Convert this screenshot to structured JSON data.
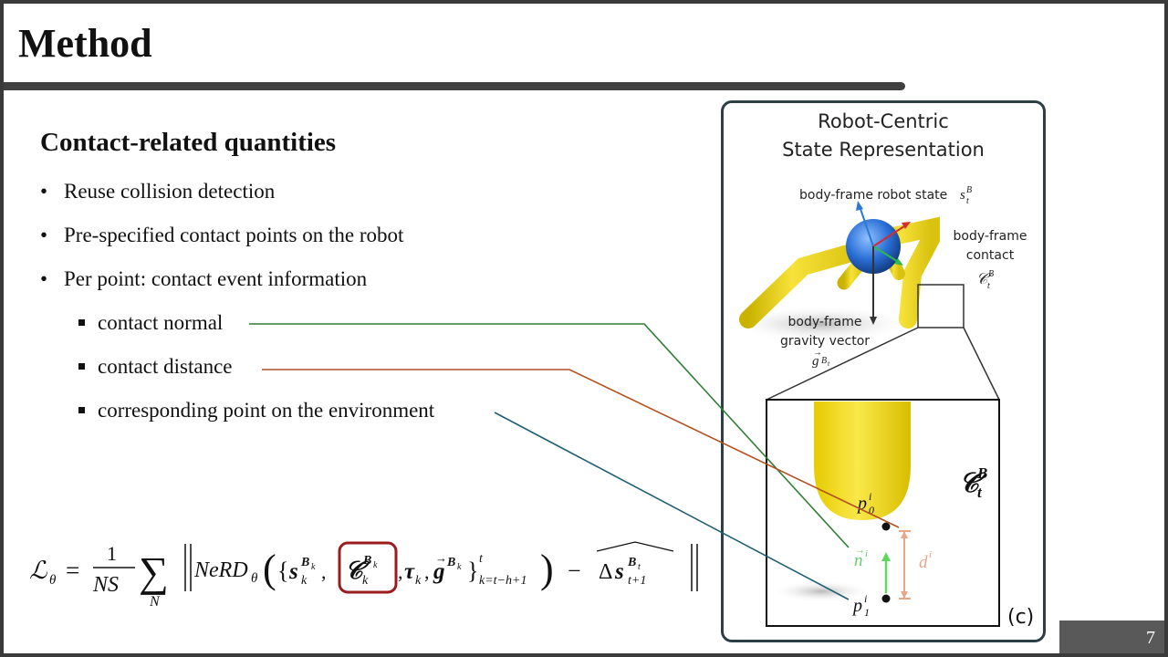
{
  "slide": {
    "title": "Method",
    "section_heading": "Contact-related quantities",
    "page_number": "7"
  },
  "bullets": [
    "Reuse collision detection",
    "Pre-specified contact points on the robot",
    "Per point: contact event information"
  ],
  "sub_bullets": [
    "contact normal",
    "contact distance",
    "corresponding point on the environment"
  ],
  "figure": {
    "title_line1": "Robot-Centric",
    "title_line2": "State Representation",
    "label_state": "body-frame robot state",
    "label_contact_line1": "body-frame",
    "label_contact_line2": "contact",
    "label_gravity_line1": "body-frame",
    "label_gravity_line2": "gravity vector",
    "panel_tag": "(c)"
  },
  "colors": {
    "normal_line": "#2e7d32",
    "distance_line": "#b3501f",
    "point_line": "#1f5f73",
    "highlight_box": "#9b1c1c",
    "robot_yellow": "#f2d81c",
    "robot_blue": "#2a6fd6"
  }
}
